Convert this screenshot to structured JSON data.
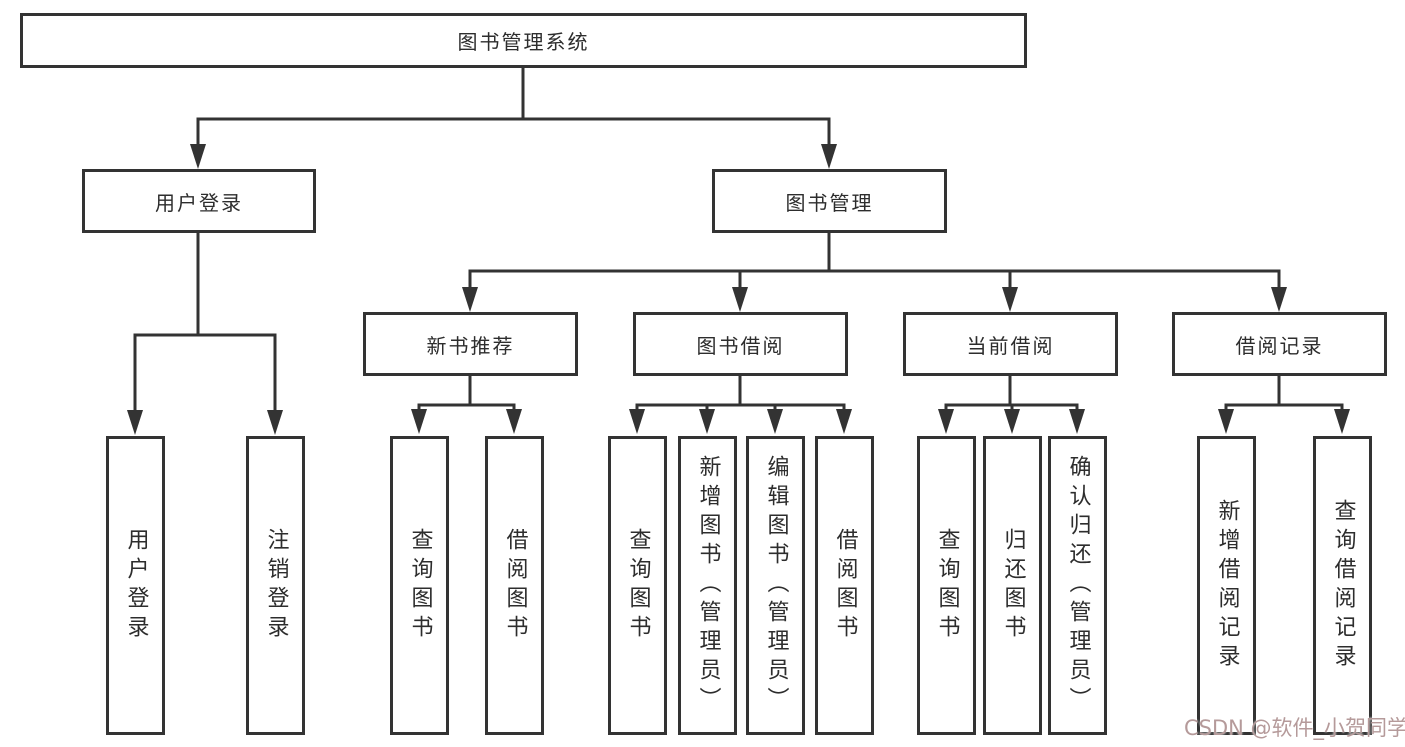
{
  "diagram": {
    "root": {
      "label": "图书管理系统"
    },
    "branches": {
      "user_login": {
        "label": "用户登录",
        "children": [
          {
            "label": "用户登录"
          },
          {
            "label": "注销登录"
          }
        ]
      },
      "book_mgmt": {
        "label": "图书管理",
        "children": [
          {
            "label": "新书推荐",
            "children": [
              {
                "label": "查询图书"
              },
              {
                "label": "借阅图书"
              }
            ]
          },
          {
            "label": "图书借阅",
            "children": [
              {
                "label": "查询图书"
              },
              {
                "label": "新增图书（管理员）"
              },
              {
                "label": "编辑图书（管理员）"
              },
              {
                "label": "借阅图书"
              }
            ]
          },
          {
            "label": "当前借阅",
            "children": [
              {
                "label": "查询图书"
              },
              {
                "label": "归还图书"
              },
              {
                "label": "确认归还（管理员）"
              }
            ]
          },
          {
            "label": "借阅记录",
            "children": [
              {
                "label": "新增借阅记录"
              },
              {
                "label": "查询借阅记录"
              }
            ]
          }
        ]
      }
    }
  },
  "watermark": {
    "text": "CSDN @软件_小贺同学"
  },
  "colors": {
    "line": "#333333",
    "background": "#ffffff",
    "watermark": "#b59a9a"
  }
}
